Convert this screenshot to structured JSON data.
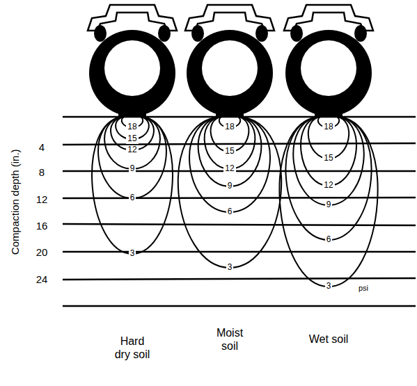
{
  "diagram": {
    "labels": [
      "Compaction depth (in.)",
      "4",
      "8",
      "12",
      "16",
      "20",
      "24",
      "18",
      "15",
      "12",
      "9",
      "6",
      "3",
      "18",
      "15",
      "12",
      "9",
      "6",
      "3",
      "18",
      "15",
      "12",
      "9",
      "6",
      "3",
      "psi",
      "Hard dry soil",
      "Moist soil",
      "Wet soil"
    ]
  }
}
